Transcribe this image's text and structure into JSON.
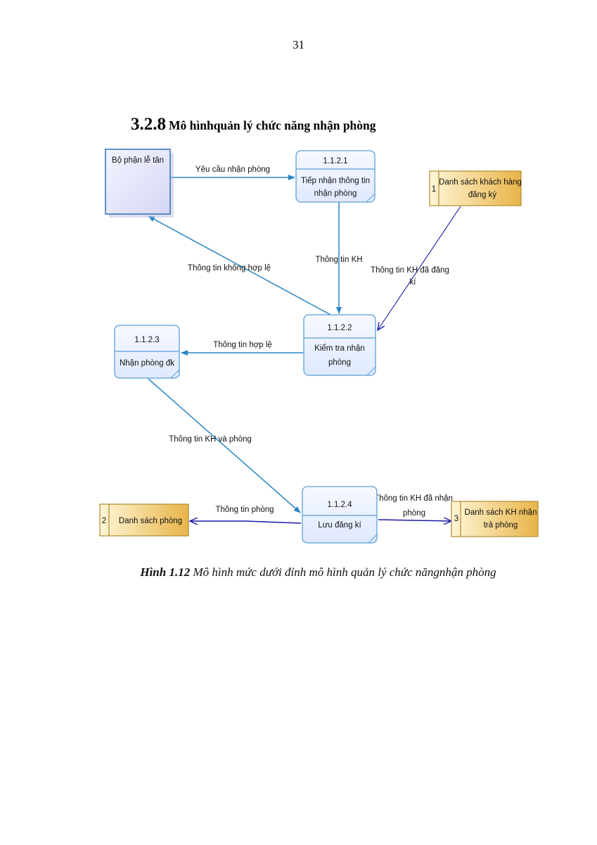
{
  "page_number": "31",
  "section": {
    "number": "3.2.8",
    "title": "Mô hìnhquản lý chức năng nhận phòng"
  },
  "diagram": {
    "external_entity": {
      "label": "Bộ phận lễ tân"
    },
    "processes": [
      {
        "id": "1.1.2.1",
        "lines": [
          "Tiếp nhận thông tin",
          "nhận phòng"
        ]
      },
      {
        "id": "1.1.2.2",
        "lines": [
          "Kiểm tra nhận",
          "phòng"
        ]
      },
      {
        "id": "1.1.2.3",
        "lines": [
          "Nhận phòng đk"
        ]
      },
      {
        "id": "1.1.2.4",
        "lines": [
          "Lưu đăng kí"
        ]
      }
    ],
    "data_stores": [
      {
        "num": "1",
        "lines": [
          "Danh sách khách hàng",
          "đăng ký"
        ]
      },
      {
        "num": "2",
        "lines": [
          "Danh sách phòng"
        ]
      },
      {
        "num": "3",
        "lines": [
          "Danh sách KH nhận",
          "trả phòng"
        ]
      }
    ],
    "flows": [
      {
        "lines": [
          "Yêu cầu nhận phòng"
        ]
      },
      {
        "lines": [
          "Thông tin KH"
        ]
      },
      {
        "lines": [
          "Thông tin KH đã đăng",
          "kí"
        ]
      },
      {
        "lines": [
          "Thông tin không hợp lệ"
        ]
      },
      {
        "lines": [
          "Thông tin hợp lệ"
        ]
      },
      {
        "lines": [
          "Thông tin KH và phòng"
        ]
      },
      {
        "lines": [
          "Thông tin phòng"
        ]
      },
      {
        "lines": [
          "Thông tin KH đã nhận",
          "phòng"
        ]
      }
    ],
    "colors": {
      "flow_line": "#2a86c4",
      "flow_line_dark": "#1a1aa8",
      "process_fill": "#eef3ff",
      "process_border": "#5aa0d8",
      "store_fill_light": "#fff4d0",
      "store_fill_dark": "#e9b64a",
      "store_border": "#b08a2e",
      "entity_fill": "#e4e6fa",
      "entity_border": "#2f6fb7"
    }
  },
  "caption": {
    "label": "Hình 1.12",
    "text": " Mô hình mức dưới đỉnh mô hình quản lý chức năngnhận phòng"
  }
}
